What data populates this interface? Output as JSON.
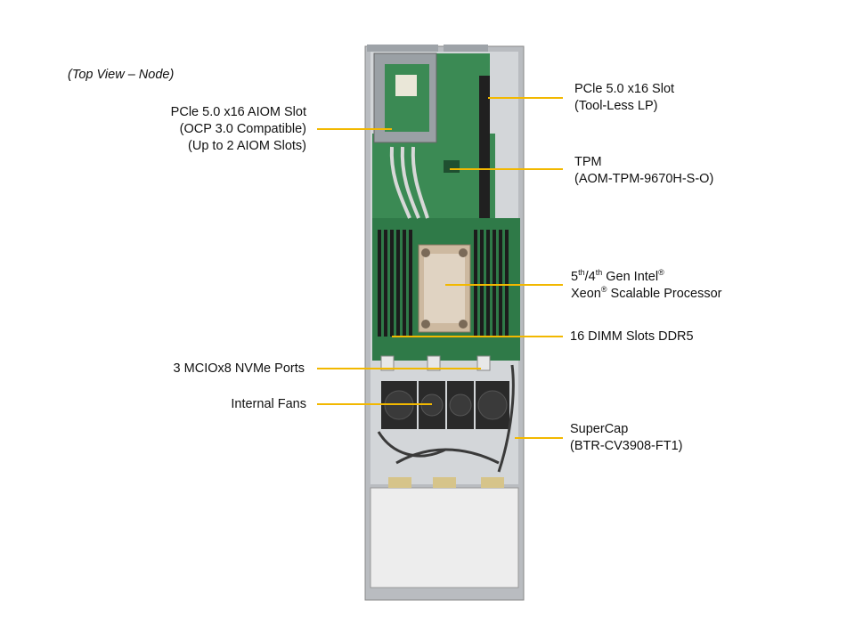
{
  "caption": "(Top View – Node)",
  "labels": {
    "pcie_slot": {
      "line1": "PCle 5.0 x16 Slot",
      "line2": "(Tool-Less LP)"
    },
    "aiom": {
      "line1": "PCle 5.0 x16 AIOM Slot",
      "line2": "(OCP 3.0 Compatible)",
      "line3": "(Up to 2 AIOM Slots)"
    },
    "tpm": {
      "line1": "TPM",
      "line2": "(AOM-TPM-9670H-S-O)"
    },
    "cpu": {
      "line1_a": "5",
      "line1_sup1": "th",
      "line1_b": "/4",
      "line1_sup2": "th",
      "line1_c": " Gen Intel",
      "line1_sup3": "®",
      "line2_a": "Xeon",
      "line2_sup": "®",
      "line2_b": " Scalable Processor"
    },
    "dimm": {
      "line1": "16 DIMM Slots DDR5"
    },
    "nvme": {
      "line1": "3 MCIOx8  NVMe Ports"
    },
    "fans": {
      "line1": "Internal  Fans"
    },
    "supercap": {
      "line1": "SuperCap",
      "line2": "(BTR-CV3908-FT1)"
    }
  },
  "colors": {
    "leader": "#f2b800",
    "pcb": "#2e7d4a",
    "chassis": "#c9ccd0",
    "dimm": "#1c1c1c",
    "heatsink": "#cdb9a0",
    "fan": "#2a2a2a"
  }
}
